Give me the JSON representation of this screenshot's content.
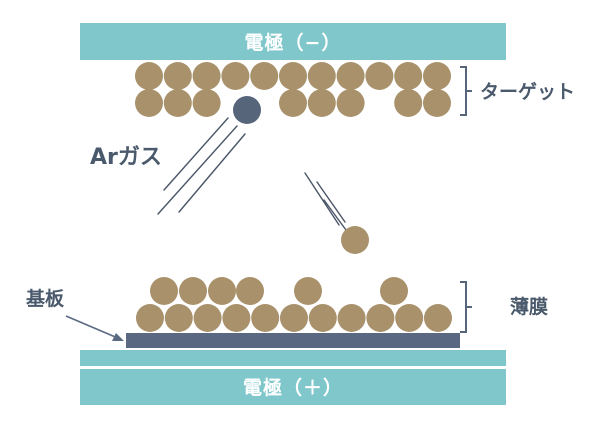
{
  "labels": {
    "cathode": "電極（−）",
    "anode": "電極（＋）",
    "target": "ターゲット",
    "film": "薄膜",
    "substrate": "基板",
    "gas": "Arガス"
  },
  "colors": {
    "electrode": "#7fc7cb",
    "atom": "#a8916b",
    "ion": "#56657a",
    "substrate": "#5b6882",
    "text": "#4a5a6c"
  },
  "icons": {
    "ion": "argon-ion-icon",
    "sputtered_atom": "sputtered-atom-icon"
  }
}
